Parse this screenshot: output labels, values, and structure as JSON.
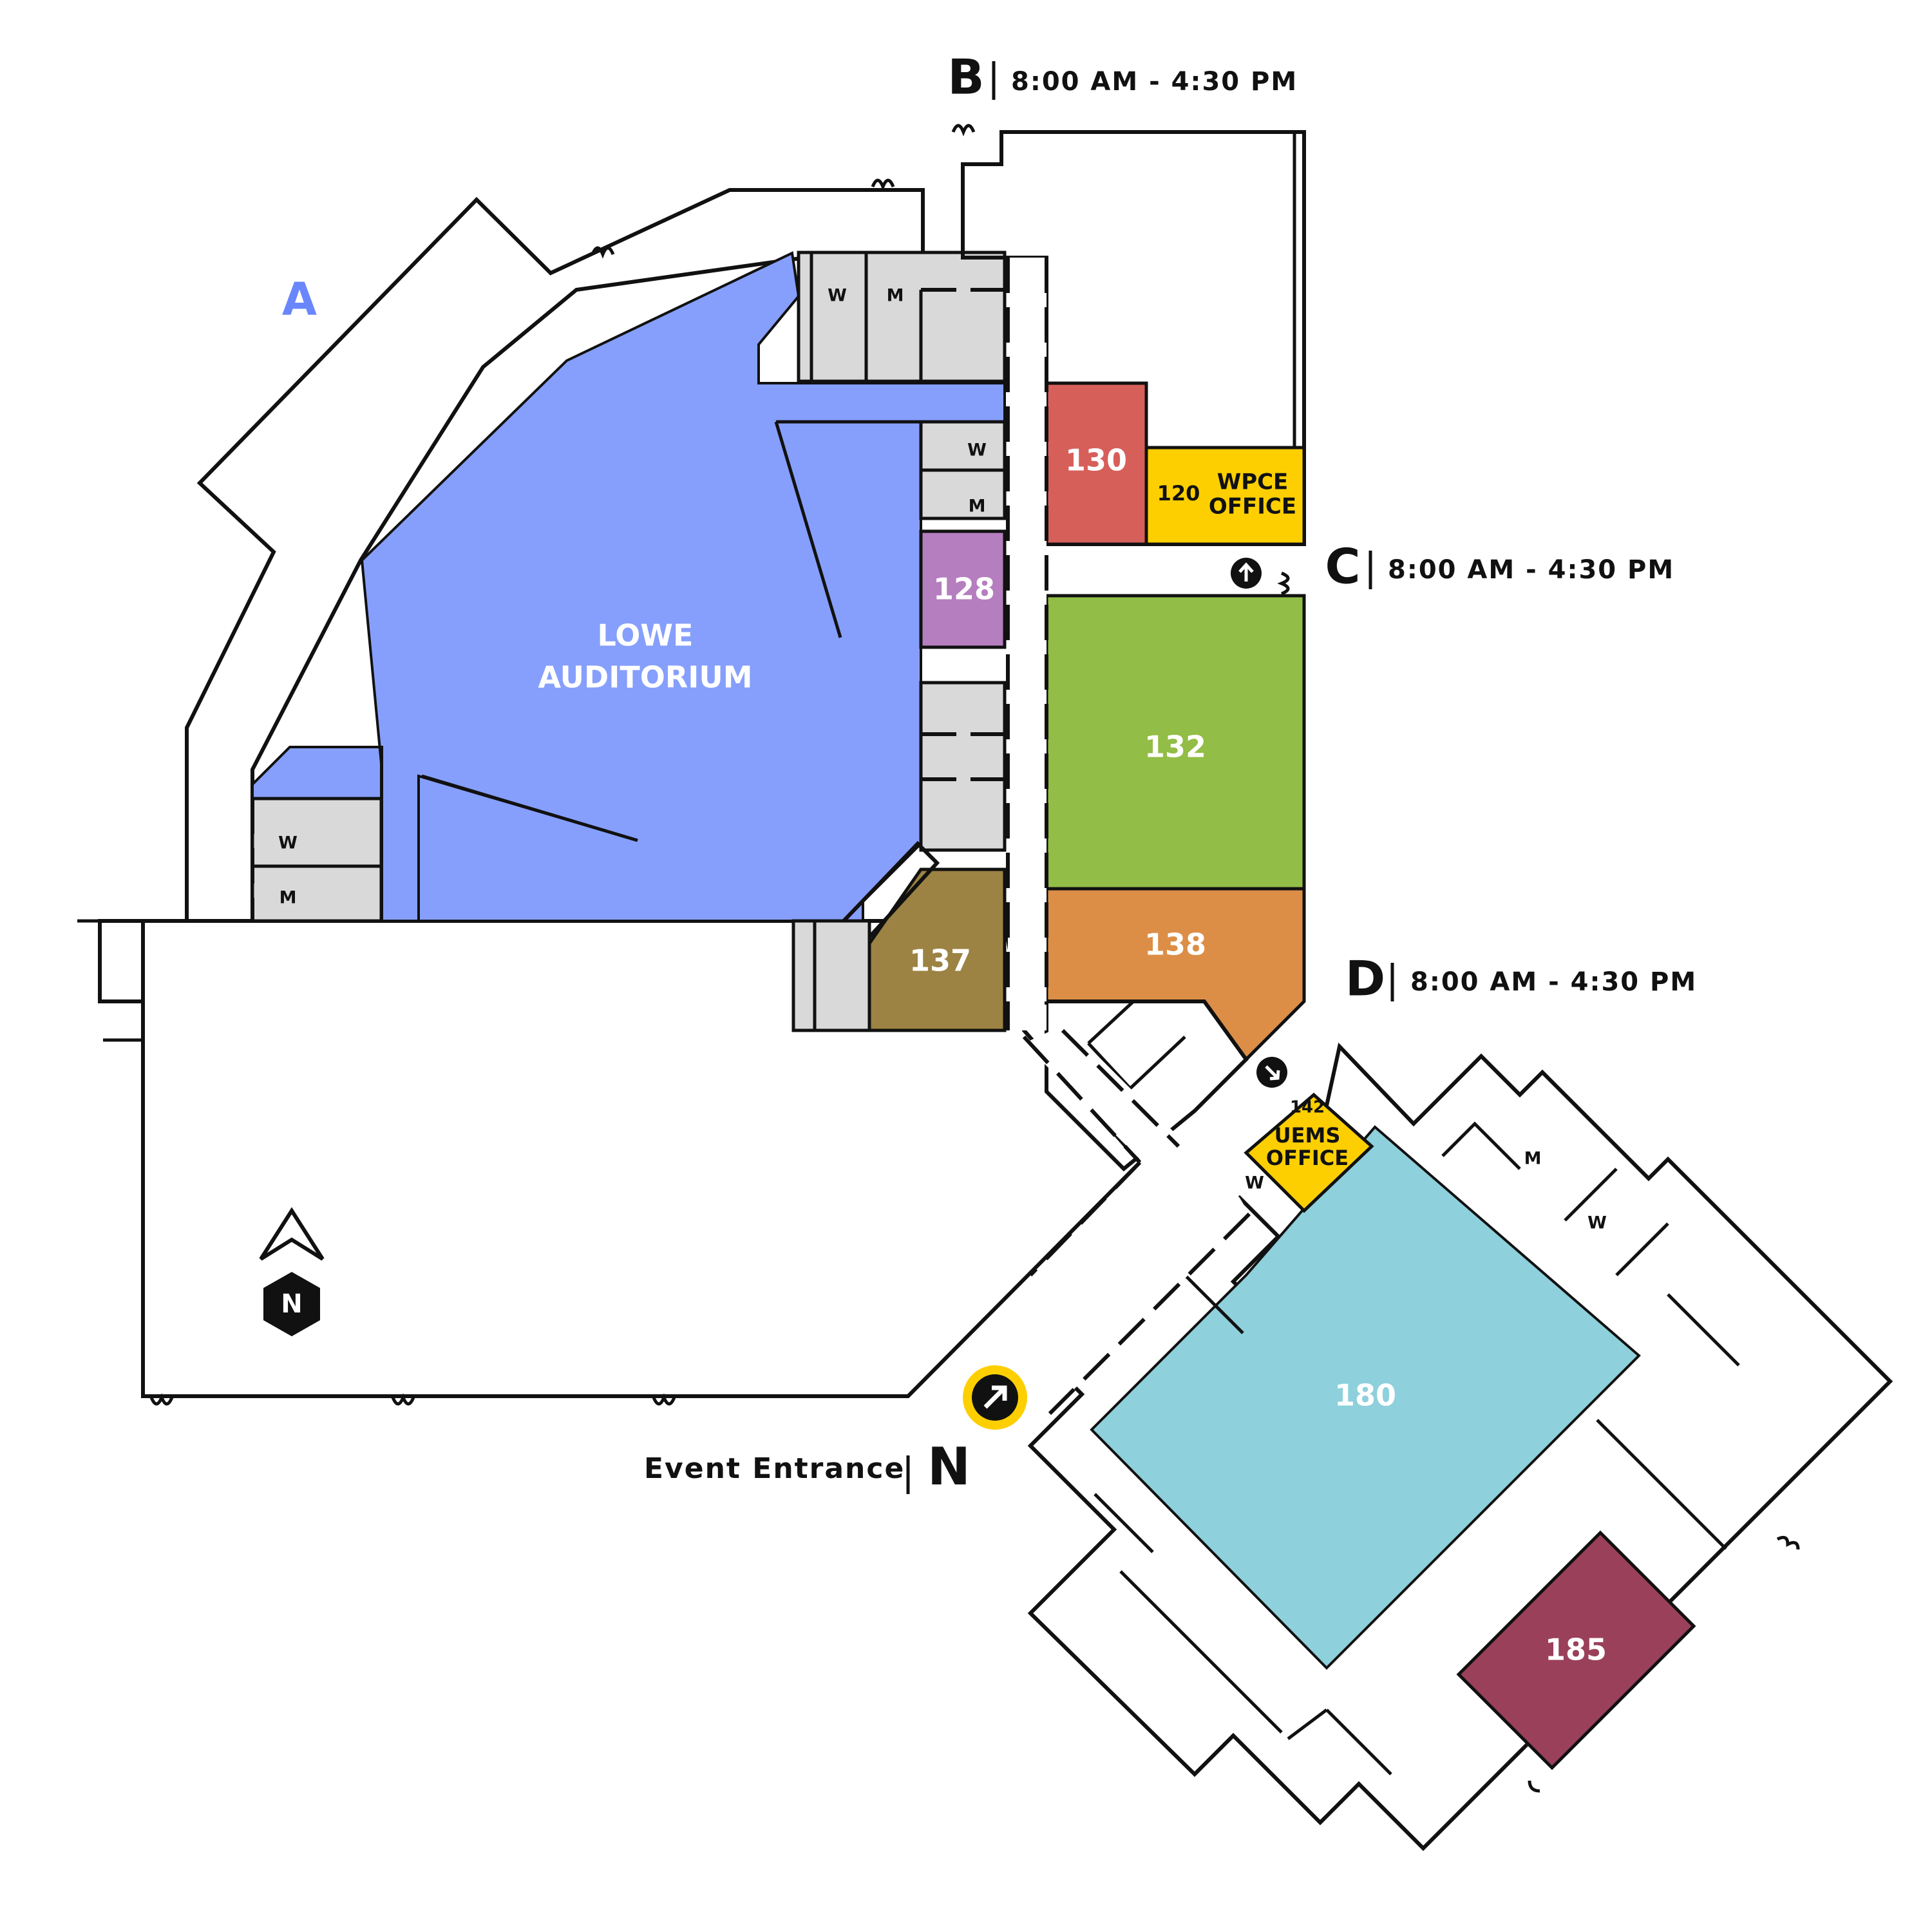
{
  "colors": {
    "floor": "#d9d9d9",
    "corridor": "#ffffff",
    "exterior_walkway": "#f3f6f6",
    "lowe_auditorium": "#869ffc",
    "room_130": "#d75f5a",
    "room_120": "#fdcf00",
    "room_128": "#b57ebf",
    "room_132": "#92bd46",
    "room_138": "#dc8e47",
    "room_137": "#9c8343",
    "room_142": "#fdcf00",
    "room_180": "#8ed0db",
    "room_185": "#9a405b",
    "label_a": "#6a86fb",
    "entrance_ring": "#fdcf00"
  },
  "entrances": {
    "a": {
      "letter": "A"
    },
    "b": {
      "letter": "B",
      "hours": "8:00 AM - 4:30 PM"
    },
    "c": {
      "letter": "C",
      "hours": "8:00 AM - 4:30 PM"
    },
    "d": {
      "letter": "D",
      "hours": "8:00 AM - 4:30 PM"
    },
    "n": {
      "letter": "N",
      "name": "Event Entrance"
    }
  },
  "rooms": {
    "lowe": {
      "line1": "LOWE",
      "line2": "AUDITORIUM"
    },
    "r130": "130",
    "r120": "120",
    "wpce": {
      "line1": "WPCE",
      "line2": "OFFICE"
    },
    "r128": "128",
    "r132": "132",
    "r138": "138",
    "r137": "137",
    "r142": "142",
    "uems": {
      "line1": "UEMS",
      "line2": "OFFICE"
    },
    "r180": "180",
    "r185": "185"
  },
  "restrooms": {
    "women": "W",
    "men": "M"
  },
  "compass": {
    "letter": "N"
  },
  "icons": {
    "north_arrow": "north-arrow-icon",
    "entrance_arrow": "arrow-up-right-icon",
    "door_c_arrow": "arrow-up-icon",
    "door_d_arrow": "arrow-down-right-icon",
    "doors": "double-door-icon"
  }
}
